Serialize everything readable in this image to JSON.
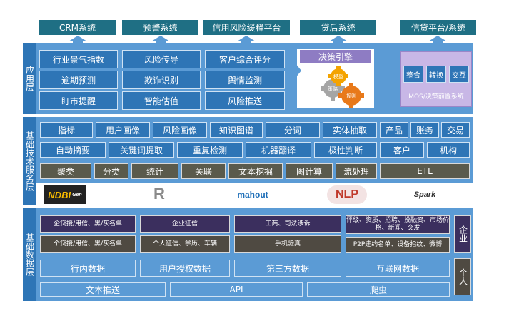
{
  "top_systems": [
    "CRM系统",
    "预警系统",
    "信用风险缓释平台",
    "贷后系统",
    "信贷平台/系统"
  ],
  "layers": {
    "app": "应用层",
    "tech": "基础技术服务层",
    "data": "基础数据层"
  },
  "app_grid": [
    [
      "行业景气指数",
      "风险传导",
      "客户综合评分"
    ],
    [
      "逾期预测",
      "欺诈识别",
      "舆情监测"
    ],
    [
      "盯市提醒",
      "智能估值",
      "风险推送"
    ]
  ],
  "decision_engine": "决策引擎",
  "gears": [
    "策略",
    "模型",
    "规则"
  ],
  "mos": {
    "items": [
      "整合",
      "转换",
      "交互"
    ],
    "label": "MOS/决策前置系统"
  },
  "tech_row1": [
    "指标",
    "用户画像",
    "风险画像",
    "知识图谱",
    "分词",
    "实体抽取",
    "产品",
    "账务",
    "交易"
  ],
  "tech_row2": [
    "自动摘要",
    "关键词提取",
    "重复检测",
    "机器翻译",
    "极性判断",
    "客户",
    "机构"
  ],
  "tech_row3": [
    "聚类",
    "分类",
    "统计",
    "关联",
    "文本挖掘",
    "图计算",
    "流处理",
    "ETL"
  ],
  "logos": {
    "ndbi": "NDBI",
    "ndbi_sub": "Gen",
    "r": "R",
    "mahout": "mahout",
    "nlp": "NLP",
    "spark": "Spark"
  },
  "data_row1": [
    "企贷授/用信、黑/灰名单",
    "企业征信",
    "工商、司法涉诉",
    "评级、资质、招聘、投融资、市场价格、新闻、突发"
  ],
  "data_row2": [
    "个贷授/用信、黑/灰名单",
    "个人征信、学历、车辆",
    "手机验真",
    "P2P违约名单、设备指纹、微博"
  ],
  "data_row3": [
    "行内数据",
    "用户授权数据",
    "第三方数据",
    "互联网数据"
  ],
  "data_row4": [
    "文本推送",
    "API",
    "爬虫"
  ],
  "side_right": [
    "企业",
    "个人"
  ],
  "colors": {
    "band": "#5b9bd5",
    "cell": "#2e75b6",
    "top": "#1f6f84",
    "grey": "#5a5a4c",
    "purple": "#3b2f5e",
    "orange": "#f39c12"
  }
}
